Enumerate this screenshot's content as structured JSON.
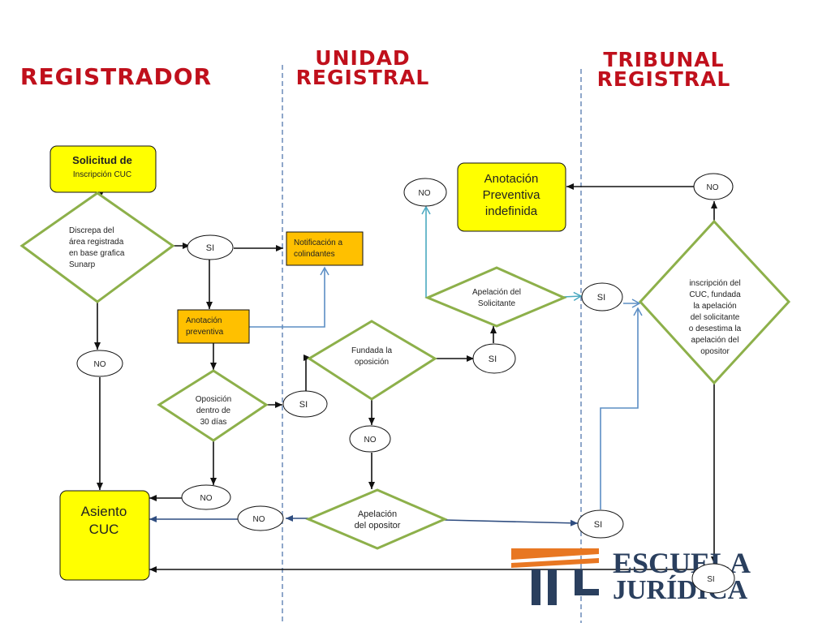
{
  "headers": {
    "registrador": "REGISTRADOR",
    "unidad_1": "UNIDAD",
    "unidad_2": "REGISTRAL",
    "tribunal_1": "TRIBUNAL",
    "tribunal_2": "REGISTRAL"
  },
  "nodes": {
    "solicitud": [
      "Solicitud de",
      "Inscripción CUC"
    ],
    "discrepa": [
      "Discrepa del",
      "área registrada",
      "en base grafica",
      "Sunarp"
    ],
    "si_1": "SI",
    "notificacion": [
      "Notificación a",
      "colindantes"
    ],
    "anotacion_preventiva": [
      "Anotación",
      "preventiva"
    ],
    "no_1": "NO",
    "oposicion": [
      "Oposición",
      "dentro de",
      "30 días"
    ],
    "si_2": "SI",
    "no_2": "NO",
    "asiento": [
      "Asiento",
      "CUC"
    ],
    "fundada": [
      "Fundada la",
      "oposición"
    ],
    "si_3": "SI",
    "no_3": "NO",
    "apelacion_opositor": [
      "Apelación",
      "del opositor"
    ],
    "no_4": "NO",
    "si_4": "SI",
    "apelacion_solicitante": [
      "Apelación del",
      "Solicitante"
    ],
    "no_5": "NO",
    "anotacion_indefinida": [
      "Anotación",
      "Preventiva",
      "indefinida"
    ],
    "si_5": "SI",
    "inscripcion": [
      "inscripción del",
      "CUC, fundada",
      "la apelación",
      "del solicitante",
      "o desestima la",
      "apelación del",
      "opositor"
    ],
    "no_6": "NO",
    "si_6": "SI"
  },
  "logo": {
    "line1": "ESCUELA",
    "line2": "JURÍDICA"
  },
  "colors": {
    "yellow": "#ffff00",
    "orange": "#ffc000",
    "diamond_border": "#8db04a",
    "header_red": "#c0101c",
    "lane_dash": "#6a8ab8",
    "blue_arrow": "#5b8ec4",
    "cyan_arrow": "#4aa8c0",
    "logo_orange": "#e87722",
    "logo_navy": "#2a3f5e"
  }
}
